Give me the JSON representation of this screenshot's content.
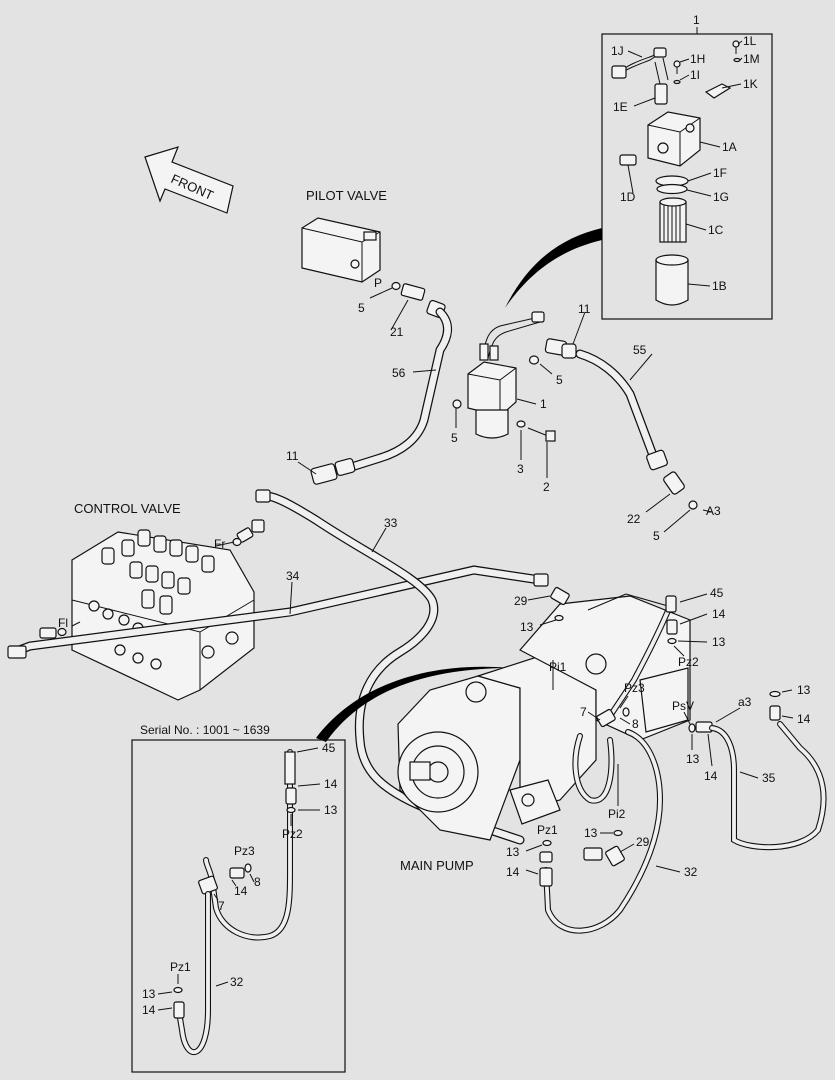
{
  "labels": {
    "assembly_no": "1",
    "p1L": "1L",
    "p1M": "1M",
    "p1K": "1K",
    "p1J": "1J",
    "p1H": "1H",
    "p1I": "1I",
    "p1E": "1E",
    "p1A": "1A",
    "p1F": "1F",
    "p1G": "1G",
    "p1D": "1D",
    "p1C": "1C",
    "p1B": "1B",
    "front": "FRONT",
    "pilot_valve": "PILOT VALVE",
    "P": "P",
    "n5a": "5",
    "n21": "21",
    "n56": "56",
    "n5b": "5",
    "n1": "1",
    "n11a": "11",
    "n11b": "11",
    "n5c": "5",
    "n3": "3",
    "n2": "2",
    "n55": "55",
    "n22": "22",
    "n5d": "5",
    "A3": "A3",
    "control_valve": "CONTROL VALVE",
    "Fr": "Fr",
    "Fl": "Fl",
    "n34": "34",
    "n33": "33",
    "n29a": "29",
    "n13a": "13",
    "n45": "45",
    "n14a": "14",
    "n13b": "13",
    "Pz2": "Pz2",
    "Pi1": "Pi1",
    "Pz3": "Pz3",
    "n8": "8",
    "PsV": "PsV",
    "a3": "a3",
    "n13c": "13",
    "n14b": "14",
    "n7": "7",
    "n13d": "13",
    "n14c": "14",
    "n35": "35",
    "Pi2": "Pi2",
    "n13e": "13",
    "Pz1": "Pz1",
    "n13f": "13",
    "n29b": "29",
    "n14d": "14",
    "n32": "32",
    "main_pump": "MAIN PUMP",
    "serial_no": "Serial No. : 1001 ~ 1639",
    "s45": "45",
    "s14a": "14",
    "s13a": "13",
    "sPz2": "Pz2",
    "sPz3": "Pz3",
    "s8": "8",
    "s14b": "14",
    "s7": "7",
    "sPz1": "Pz1",
    "s13b": "13",
    "s14c": "14",
    "s32": "32"
  },
  "colors": {
    "background": "#e3e3e3",
    "ink": "#111111",
    "part_fill": "#f4f4f4"
  }
}
